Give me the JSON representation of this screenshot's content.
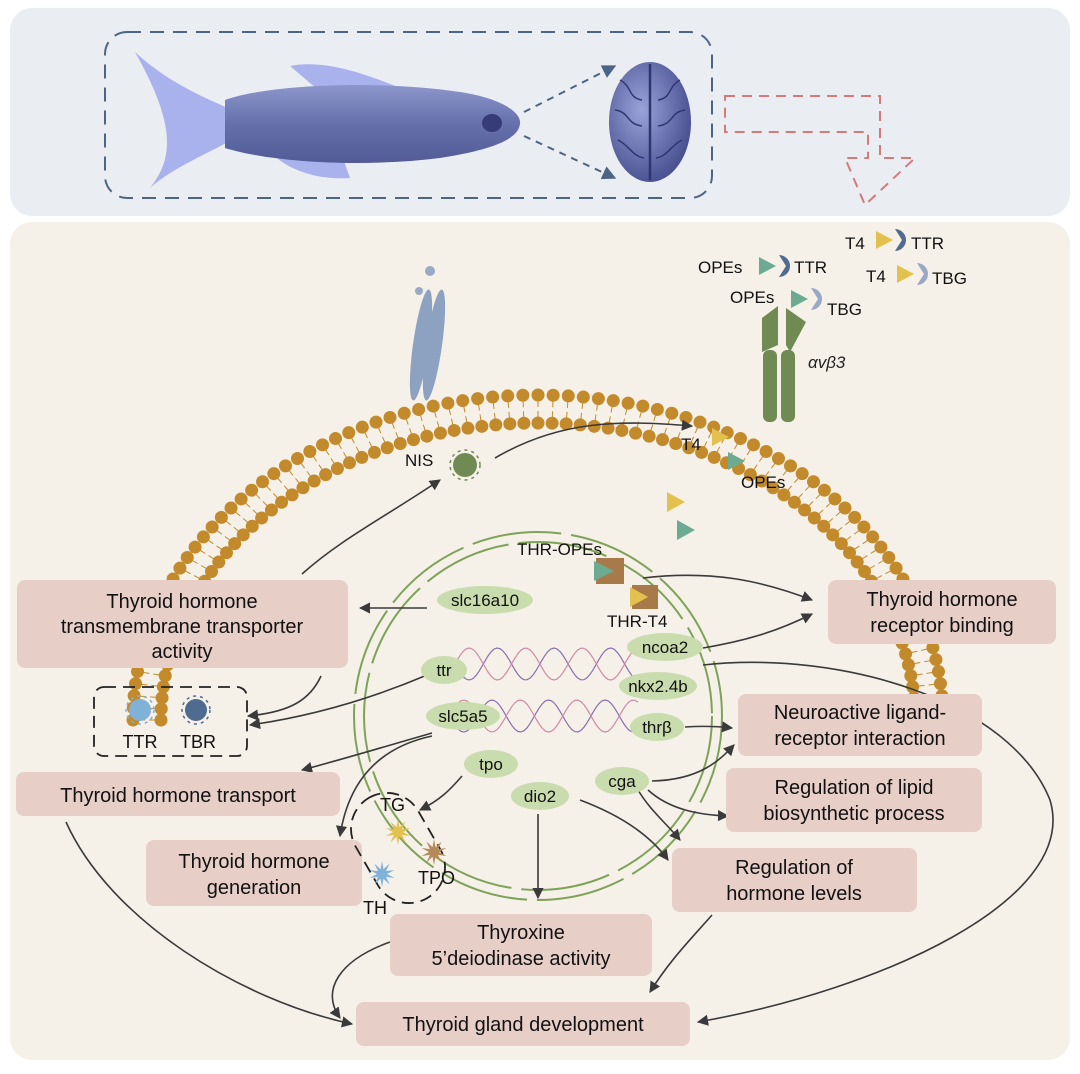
{
  "process_boxes": {
    "transporter_l1": "Thyroid hormone",
    "transporter_l2": "transmembrane transporter",
    "transporter_l3": "activity",
    "receptor_l1": "Thyroid hormone",
    "receptor_l2": "receptor binding",
    "neuro_l1": "Neuroactive ligand-",
    "neuro_l2": "receptor interaction",
    "lipid_l1": "Regulation of lipid",
    "lipid_l2": "biosynthetic process",
    "transport": "Thyroid hormone transport",
    "generation_l1": "Thyroid hormone",
    "generation_l2": "generation",
    "hormone_levels_l1": "Regulation of",
    "hormone_levels_l2": "hormone levels",
    "deiodinase_l1": "Thyroxine",
    "deiodinase_l2": "5’deiodinase activity",
    "gland": "Thyroid gland development"
  },
  "genes": {
    "slc16a10": "slc16a10",
    "ttr": "ttr",
    "slc5a5": "slc5a5",
    "tpo": "tpo",
    "dio2": "dio2",
    "cga": "cga",
    "thrb": "thrβ",
    "nkx": "nkx2.4b",
    "ncoa2": "ncoa2"
  },
  "labels": {
    "nis": "NIS",
    "t4": "T4",
    "opes": "OPEs",
    "thr_opes": "THR-OPEs",
    "thr_t4": "THR-T4",
    "integrin": "αvβ3",
    "opes_ttr_a": "OPEs",
    "opes_ttr_b": "TTR",
    "opes_tbg_a": "OPEs",
    "opes_tbg_b": "TBG",
    "t4_ttr_a": "T4",
    "t4_ttr_b": "TTR",
    "t4_tbg_a": "T4",
    "t4_tbg_b": "TBG",
    "ttr": "TTR",
    "tbr": "TBR",
    "tg": "TG",
    "tpo": "TPO",
    "th": "TH"
  },
  "colors": {
    "top_panel": "#eaedf2",
    "main_panel": "#f5f0e8",
    "box": "#e7cfc8",
    "gene": "#c9dcae",
    "membrane": "#c38a2b",
    "nucleus": "#7fa259",
    "fish": "#6670aa",
    "brain": "#5a63a8",
    "t4": "#e3c14f",
    "opes": "#6cab92",
    "ttr": "#4f6b8f",
    "tbg": "#99a8c6",
    "receptor": "#6f8a52",
    "dashed_arrow": "#d47a7a"
  }
}
